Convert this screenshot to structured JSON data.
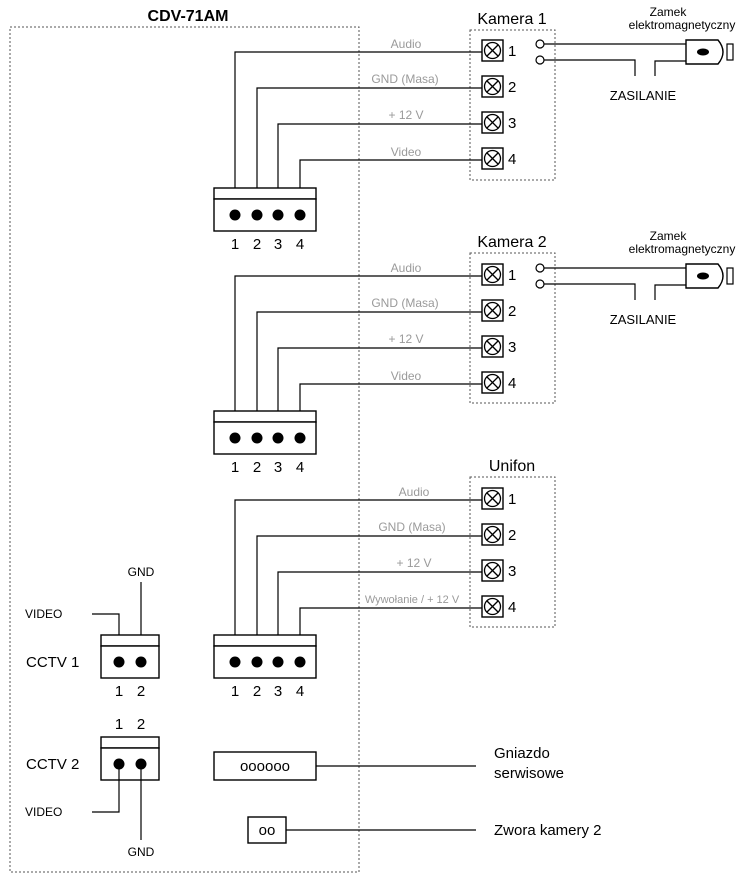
{
  "title": "CDV-71AM",
  "kamera1": {
    "label": "Kamera 1",
    "wires": [
      "Audio",
      "GND (Masa)",
      "+ 12 V",
      "Video"
    ],
    "terminals": [
      "1",
      "2",
      "3",
      "4"
    ],
    "lock_label_1": "Zamek",
    "lock_label_2": "elektromagnetyczny",
    "power_label": "ZASILANIE"
  },
  "kamera2": {
    "label": "Kamera 2",
    "wires": [
      "Audio",
      "GND (Masa)",
      "+ 12 V",
      "Video"
    ],
    "terminals": [
      "1",
      "2",
      "3",
      "4"
    ],
    "lock_label_1": "Zamek",
    "lock_label_2": "elektromagnetyczny",
    "power_label": "ZASILANIE"
  },
  "unifon": {
    "label": "Unifon",
    "wires": [
      "Audio",
      "GND (Masa)",
      "+ 12 V",
      "Wywołanie / + 12 V"
    ],
    "terminals": [
      "1",
      "2",
      "3",
      "4"
    ]
  },
  "connector_pins": [
    "1",
    "2",
    "3",
    "4"
  ],
  "cctv1": {
    "label": "CCTV 1",
    "pins": [
      "1",
      "2"
    ],
    "video_label": "VIDEO",
    "gnd_label": "GND"
  },
  "cctv2": {
    "label": "CCTV 2",
    "pins": [
      "1",
      "2"
    ],
    "video_label": "VIDEO",
    "gnd_label": "GND"
  },
  "service_socket": {
    "label_1": "Gniazdo",
    "label_2": "serwisowe",
    "glyph": "oooooo"
  },
  "jumper": {
    "label": "Zwora kamery 2",
    "glyph": "oo"
  }
}
